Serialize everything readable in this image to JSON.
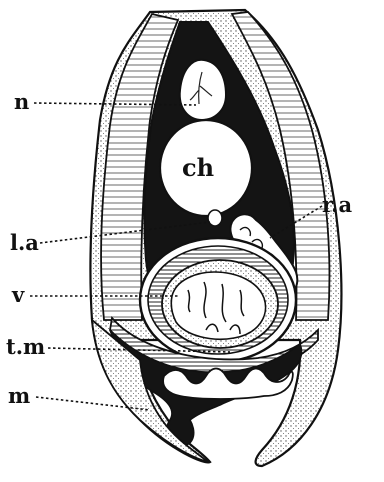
{
  "labels": {
    "n": "n",
    "ch": "ch",
    "la": "l.a",
    "ra": "r.a",
    "v": "v",
    "tm": "t.m",
    "m": "m"
  },
  "colors": {
    "ink": "#111111",
    "paper": "#ffffff",
    "stipple": "#6b6b6b"
  }
}
